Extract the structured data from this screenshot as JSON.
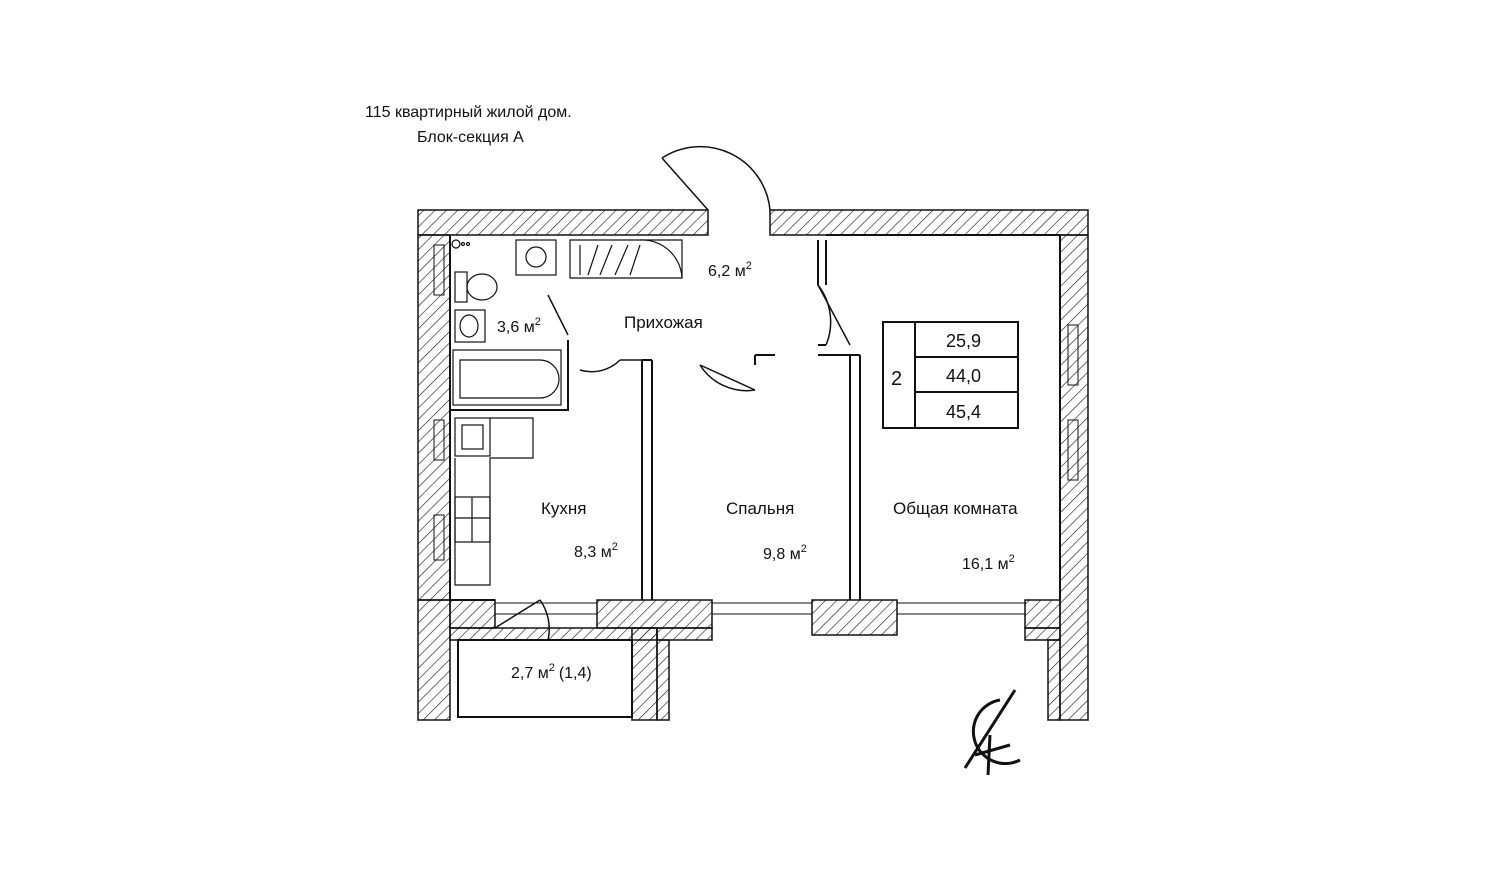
{
  "header": {
    "line1": "115 квартирный жилой дом.",
    "line2": "Блок-секция А"
  },
  "rooms": {
    "bathroom_area": "3,6 м",
    "hall_area": "6,2 м",
    "hall_name": "Прихожая",
    "kitchen_name": "Кухня",
    "kitchen_area": "8,3 м",
    "bedroom_name": "Спальня",
    "bedroom_area": "9,8 м",
    "living_name": "Общая комната",
    "living_area": "16,1 м",
    "balcony_area": "2,7 м",
    "balcony_reduced": "(1,4)",
    "unit": "2"
  },
  "area_table": {
    "rooms_count": "2",
    "living_area": "25,9",
    "total_area": "44,0",
    "total_with_balcony": "45,4"
  },
  "superscript": "2",
  "colors": {
    "line": "#111111",
    "background": "#ffffff"
  }
}
